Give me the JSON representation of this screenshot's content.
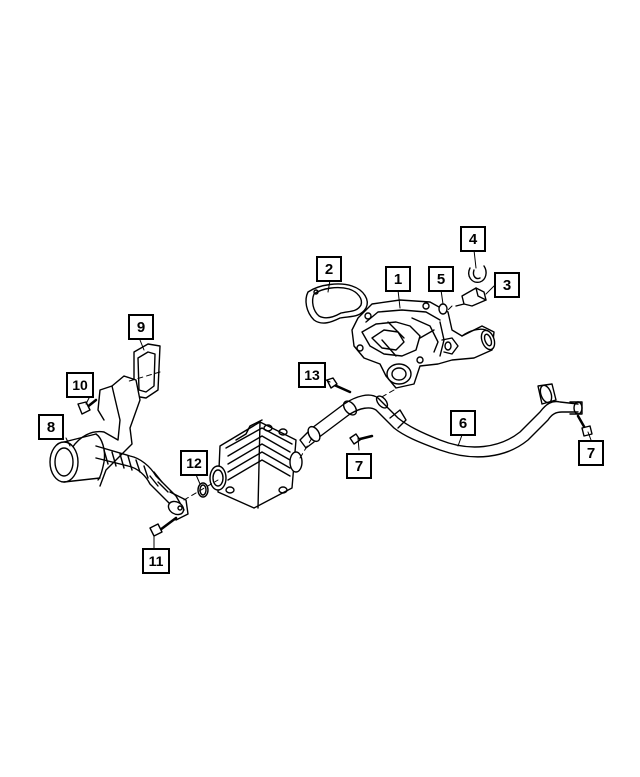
{
  "callouts": {
    "c1": "1",
    "c2": "2",
    "c3": "3",
    "c4": "4",
    "c5": "5",
    "c6": "6",
    "c7a": "7",
    "c7b": "7",
    "c8": "8",
    "c9": "9",
    "c10": "10",
    "c11": "11",
    "c12": "12",
    "c13": "13"
  },
  "colors": {
    "line": "#000000",
    "background": "#ffffff"
  }
}
